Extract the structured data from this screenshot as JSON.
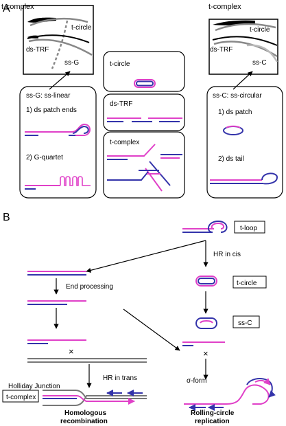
{
  "panel_a": {
    "letter": "A",
    "left_inset": {
      "title": "t-complex",
      "label_t_circle": "t-circle",
      "label_ds_trf": "ds-TRF"
    },
    "left_arrow_label": "ss-G",
    "left_box": {
      "title": "ss-G: ss-linear",
      "item1": "1) ds patch ends",
      "item2": "2) G-quartet"
    },
    "middle": {
      "t_circle": "t-circle",
      "ds_trf": "ds-TRF",
      "t_complex": "t-complex"
    },
    "right_inset": {
      "title": "t-complex",
      "label_t_circle": "t-circle",
      "label_ds_trf": "ds-TRF"
    },
    "right_arrow_label": "ss-C",
    "right_box": {
      "title": "ss-C: ss-circular",
      "item1": "1) ds patch",
      "item2": "2) ds tail"
    }
  },
  "panel_b": {
    "letter": "B",
    "t_loop": "t-loop",
    "hr_in_cis": "HR in cis",
    "end_processing": "End processing",
    "t_circle": "t-circle",
    "ss_c": "ss-C",
    "cross_mark": "×",
    "hr_in_trans": "HR in trans",
    "holliday_junction": "Holliday Junction",
    "t_complex": "t-complex",
    "sigma_form": "σ-form",
    "homologous_1": "Homologous",
    "homologous_2": "recombination",
    "rolling_1": "Rolling-circle",
    "rolling_2": "replication"
  },
  "colors": {
    "blue": "#3333aa",
    "magenta": "#e040c8",
    "grey": "#777777",
    "black": "#000000"
  }
}
